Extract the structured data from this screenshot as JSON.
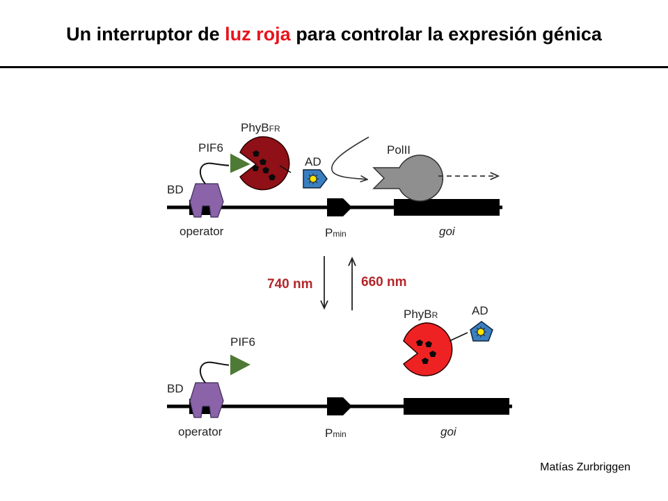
{
  "title": {
    "before": "Un interruptor de",
    "highlight": "luz roja",
    "after": "para controlar la expresión génica"
  },
  "author": "Matías Zurbriggen",
  "diagram": {
    "top": {
      "phyb_label": "PhyB",
      "phyb_sub": "FR",
      "pif6": "PIF6",
      "ad": "AD",
      "polii": "PolII",
      "bd": "BD",
      "operator": "operator",
      "pmin": "P",
      "pmin_sub": "min",
      "goi": "goi"
    },
    "switch": {
      "down_label": "740 nm",
      "up_label": "660 nm"
    },
    "bottom": {
      "phyb_label": "PhyB",
      "phyb_sub": "R",
      "ad": "AD",
      "pif6": "PIF6",
      "bd": "BD",
      "operator": "operator",
      "pmin": "P",
      "pmin_sub": "min",
      "goi": "goi"
    },
    "colors": {
      "title_highlight": "#e8141c",
      "phyb_fr": "#8f1016",
      "phyb_r": "#ee2222",
      "pif6": "#4e7a35",
      "bd": "#8a63a8",
      "ad": "#3a7fc0",
      "polii": "#8f8f8f",
      "wavelength": "#b3262a"
    }
  }
}
